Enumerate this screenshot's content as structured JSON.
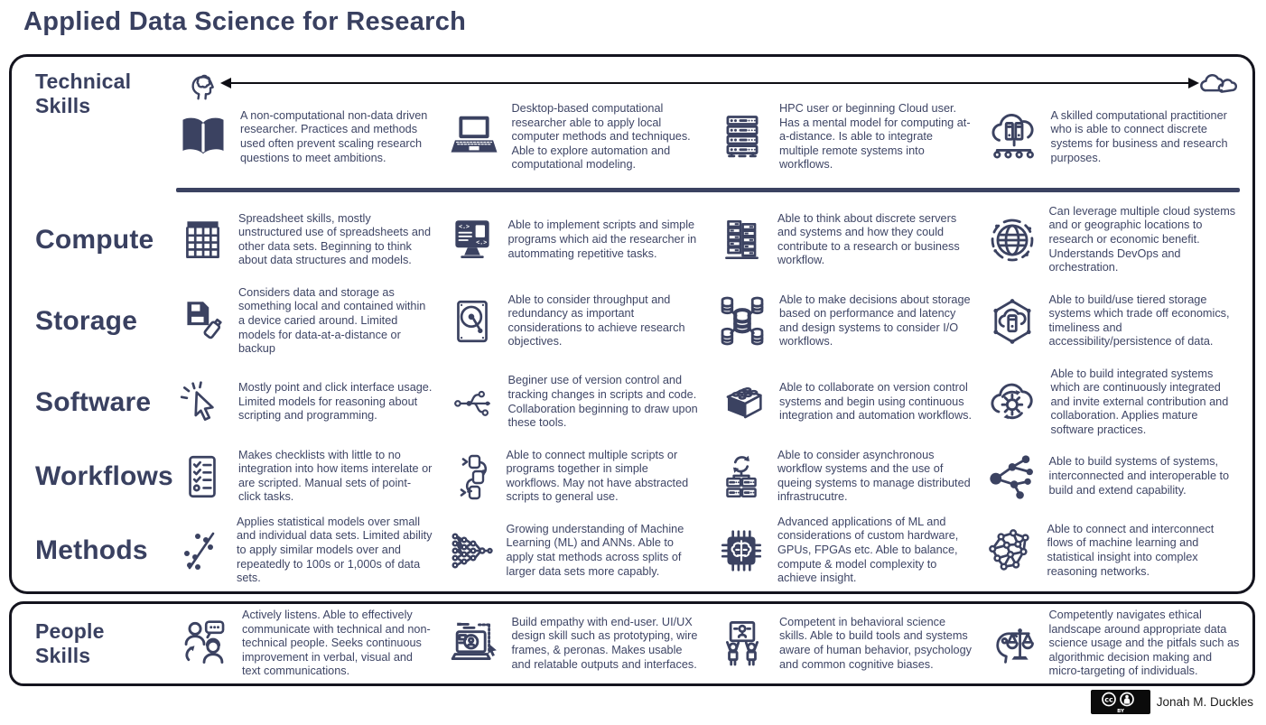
{
  "title": "Applied Data Science for Research",
  "colors": {
    "ink": "#3b4261",
    "text": "#3e4565",
    "border": "#14141e"
  },
  "technical": {
    "label_lines": [
      "Technical",
      "Skills"
    ],
    "left_icon": "thinking-head-icon",
    "right_icon": "cloud-doodle-icon",
    "items": [
      {
        "icon": "open-book-icon",
        "text": "A non-computational non-data driven researcher. Practices and methods used often prevent scaling research questions to meet ambitions."
      },
      {
        "icon": "laptop-icon",
        "text": "Desktop-based computational researcher able to apply local computer methods and techniques. Able to explore automation and computational modeling."
      },
      {
        "icon": "server-rack-icon",
        "text": "HPC user or beginning Cloud user. Has a mental model for computing at-a-distance. Is able to integrate multiple remote systems into workflows."
      },
      {
        "icon": "cloud-servers-icon",
        "text": "A skilled computational practitioner who is able to connect discrete systems for business and research purposes."
      }
    ]
  },
  "rows": [
    {
      "label": "Compute",
      "items": [
        {
          "icon": "spreadsheet-icon",
          "text": "Spreadsheet skills, mostly unstructured use of spreadsheets and other data sets. Beginning to think about data structures and models."
        },
        {
          "icon": "code-monitor-icon",
          "text": "Able to implement scripts and simple programs which aid the researcher in autommating repetitive tasks."
        },
        {
          "icon": "server-cluster-icon",
          "text": "Able to think about discrete servers and systems and how they could contribute to a research or business workflow."
        },
        {
          "icon": "globe-icon",
          "text": "Can leverage multiple cloud systems and or geographic locations to research or economic benefit. Understands DevOps and orchestration."
        }
      ]
    },
    {
      "label": "Storage",
      "items": [
        {
          "icon": "portable-storage-icon",
          "text": "Considers data and storage as something local and contained within a device caried around. Limited models for data-at-a-distance or backup"
        },
        {
          "icon": "hard-drive-icon",
          "text": "Able to consider throughput and redundancy as important considerations to achieve research objectives."
        },
        {
          "icon": "database-network-icon",
          "text": "Able to make decisions about storage based on performance and latency and design systems to consider I/O workflows."
        },
        {
          "icon": "tiered-storage-icon",
          "text": "Able to build/use tiered storage systems which trade off economics, timeliness and accessibility/persistence of data."
        }
      ]
    },
    {
      "label": "Software",
      "items": [
        {
          "icon": "cursor-icon",
          "text": "Mostly point and click interface usage. Limited models for reasoning about scripting and programming."
        },
        {
          "icon": "git-branch-icon",
          "text": "Beginer use of version control and tracking changes in scripts and code. Collaboration beginning to draw upon these tools."
        },
        {
          "icon": "lego-brick-icon",
          "text": "Able to collaborate on version control systems and begin using continuous integration and automation workflows."
        },
        {
          "icon": "cloud-gear-icon",
          "text": "Able to build integrated systems which are continuously integrated and invite external contribution and collaboration. Applies mature software practices."
        }
      ]
    },
    {
      "label": "Workflows",
      "items": [
        {
          "icon": "checklist-icon",
          "text": "Makes checklists with little to no integration into how items interelate or are scripted. Manual sets of point-click tasks."
        },
        {
          "icon": "flow-boxes-icon",
          "text": "Able to connect multiple scripts or programs together in simple workflows. May not have abstracted scripts to general use."
        },
        {
          "icon": "queue-servers-icon",
          "text": "Able to consider asynchronous workflow systems and the use of queing systems to manage distributed infrastrucutre."
        },
        {
          "icon": "network-nodes-icon",
          "text": "Able to build systems of systems, interconnected and interoperable to build and extend capability."
        }
      ]
    },
    {
      "label": "Methods",
      "items": [
        {
          "icon": "percent-scatter-icon",
          "text": "Applies statistical models over small and individual data sets. Limited ability to apply similar models over and repeatedly to 100s or 1,000s of data sets."
        },
        {
          "icon": "neural-network-icon",
          "text": "Growing understanding of Machine Learning (ML) and ANNs. Able to apply stat methods across splits of larger data sets more capably."
        },
        {
          "icon": "brain-chip-icon",
          "text": "Advanced applications of ML and considerations of custom hardware, GPUs, FPGAs etc. Able to balance, compute & model complexity to achieve insight."
        },
        {
          "icon": "graph-network-icon",
          "text": "Able to connect and interconnect flows of machine learning and statistical insight into complex reasoning networks."
        }
      ]
    }
  ],
  "people": {
    "label_lines": [
      "People",
      "Skills"
    ],
    "items": [
      {
        "icon": "people-chat-icon",
        "text": "Actively listens. Able to effectively communicate with technical and non-technical people. Seeks continuous improvement in verbal, visual and text communications."
      },
      {
        "icon": "uiux-design-icon",
        "text": "Build empathy with end-user. UI/UX design skill such as prototyping, wire frames, & peronas. Makes usable and relatable outputs and interfaces."
      },
      {
        "icon": "behavioral-science-icon",
        "text": "Competent in behavioral science skills. Able to build tools and systems aware of human behavior, psychology and common cognitive biases."
      },
      {
        "icon": "ethics-scale-icon",
        "text": "Competently navigates ethical landscape around appropriate data science usage and the pitfals such as algorithmic decision making and micro-targeting of individuals."
      }
    ]
  },
  "credit": {
    "cc": "cc",
    "by": "BY",
    "author": "Jonah M. Duckles"
  }
}
